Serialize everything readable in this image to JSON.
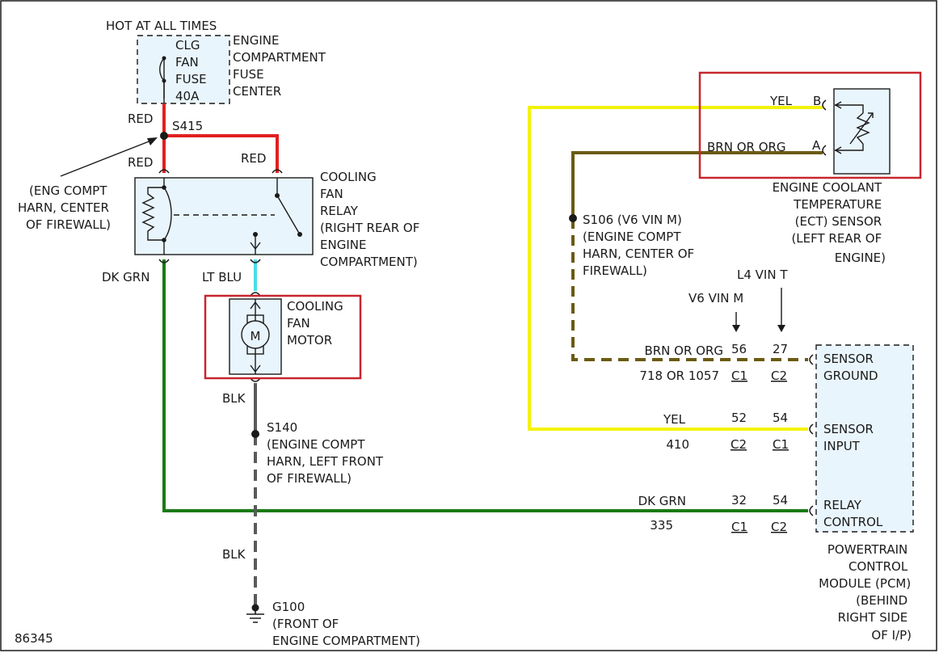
{
  "colors": {
    "red_wire": "#e02020",
    "yellow_wire": "#f2f20a",
    "brown_wire": "#6b5a12",
    "green_wire": "#1a7a14",
    "lt_blue_wire": "#49dde6",
    "black_wire": "#5a5a5a",
    "component_fill": "#e9f5fc",
    "highlight_box": "#c8262e"
  },
  "icons": [
    "fuse-icon",
    "relay-coil-icon",
    "relay-switch-icon",
    "motor-icon",
    "thermistor-icon",
    "ground-icon",
    "connector-icon",
    "splice-dot-icon",
    "arrow-down-icon"
  ],
  "fuse_center": {
    "header": "HOT AT ALL TIMES",
    "fuse_lines": [
      "CLG",
      "FAN",
      "FUSE",
      "40A"
    ],
    "label_lines": [
      "ENGINE",
      "COMPARTMENT",
      "FUSE",
      "CENTER"
    ]
  },
  "s415": {
    "name": "S415",
    "wire_top": "RED",
    "wire_left": "RED",
    "wire_right": "RED",
    "note_lines": [
      "(ENG COMPT",
      "HARN, CENTER",
      "OF FIREWALL)"
    ]
  },
  "relay": {
    "label_lines": [
      "COOLING",
      "FAN",
      "RELAY",
      "(RIGHT REAR OF",
      "ENGINE",
      "COMPARTMENT)"
    ],
    "left_wire": "DK GRN",
    "out_wire": "LT BLU"
  },
  "motor": {
    "symbol": "M",
    "label_lines": [
      "COOLING",
      "FAN",
      "MOTOR"
    ]
  },
  "s140": {
    "wire_top": "BLK",
    "lines": [
      "S140",
      "(ENGINE COMPT",
      "HARN, LEFT FRONT",
      "OF FIREWALL)"
    ],
    "wire_bottom": "BLK"
  },
  "g100": {
    "lines": [
      "G100",
      "(FRONT OF",
      "ENGINE COMPARTMENT)"
    ]
  },
  "figure_id": "86345",
  "ect_sensor": {
    "pin_b_wire": "YEL",
    "pin_b": "B",
    "pin_a_wire": "BRN OR ORG",
    "pin_a": "A",
    "label_lines": [
      "ENGINE COOLANT",
      "TEMPERATURE",
      "(ECT) SENSOR",
      "(LEFT REAR OF",
      "ENGINE)"
    ]
  },
  "s106": {
    "lines": [
      "S106 (V6 VIN M)",
      "(ENGINE COMPT",
      "HARN, CENTER OF",
      "FIREWALL)"
    ]
  },
  "vin_headers": {
    "l4": "L4 VIN T",
    "v6": "V6 VIN M"
  },
  "pcm_circuits": [
    {
      "wire": "BRN OR ORG",
      "circuit": "718 OR 1057",
      "v6_pin": "56",
      "v6_conn": "C1",
      "l4_pin": "27",
      "l4_conn": "C2",
      "terminal_lines": [
        "SENSOR",
        "GROUND"
      ]
    },
    {
      "wire": "YEL",
      "circuit": "410",
      "v6_pin": "52",
      "v6_conn": "C2",
      "l4_pin": "54",
      "l4_conn": "C1",
      "terminal_lines": [
        "SENSOR",
        "INPUT"
      ]
    },
    {
      "wire": "DK GRN",
      "circuit": "335",
      "v6_pin": "32",
      "v6_conn": "C1",
      "l4_pin": "54",
      "l4_conn": "C2",
      "terminal_lines": [
        "RELAY",
        "CONTROL"
      ]
    }
  ],
  "pcm": {
    "label_lines": [
      "POWERTRAIN",
      "CONTROL",
      "MODULE (PCM)",
      "(BEHIND",
      "RIGHT SIDE",
      "OF I/P)"
    ]
  }
}
